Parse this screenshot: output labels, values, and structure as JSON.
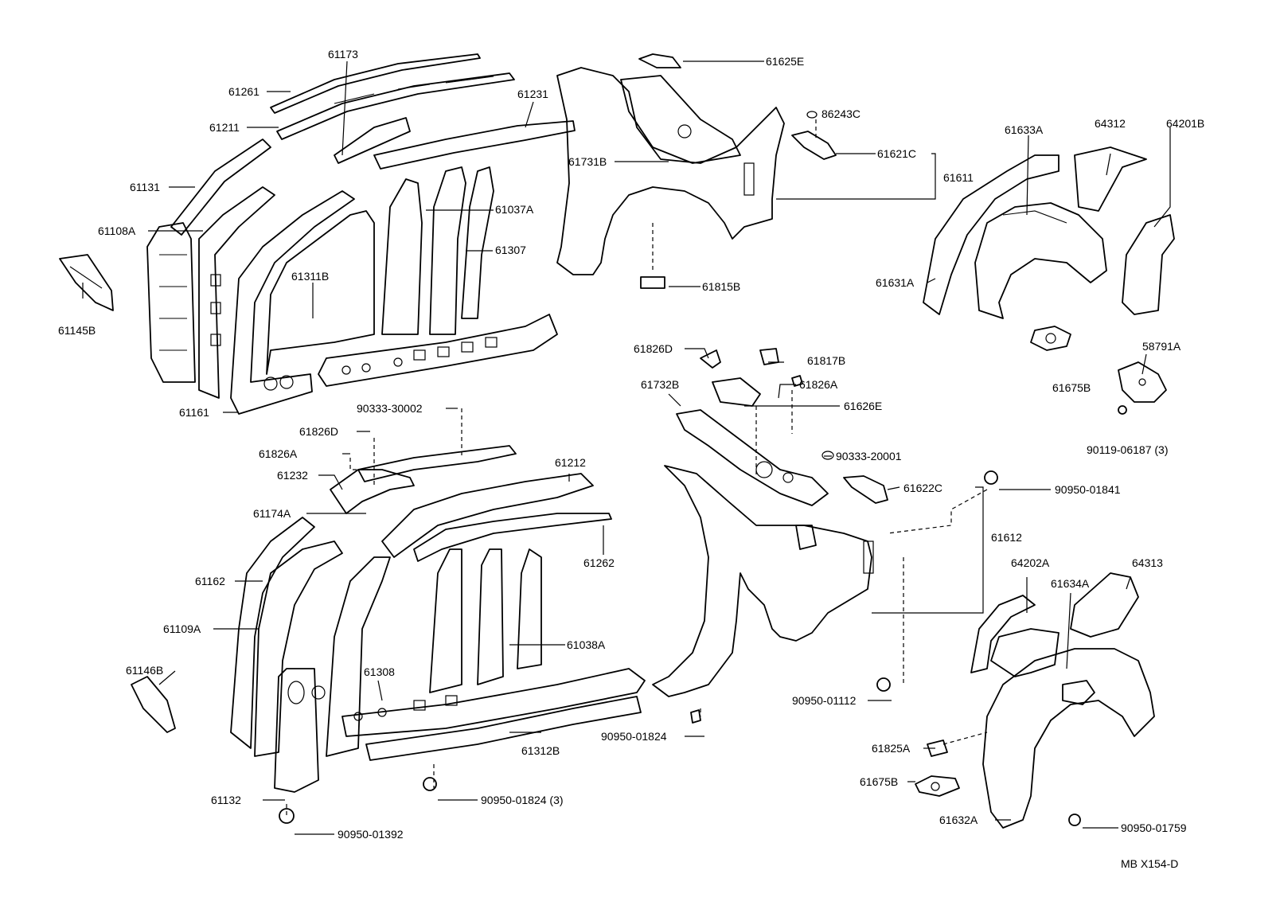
{
  "labels": {
    "p61173": "61173",
    "p61261": "61261",
    "p61211": "61211",
    "p61231": "61231",
    "p61131": "61131",
    "p61108A": "61108A",
    "p61145B": "61145B",
    "p61311B": "61311B",
    "p61037A": "61037A",
    "p61307": "61307",
    "p61161": "61161",
    "p61625E": "61625E",
    "p86243C": "86243C",
    "p61731B": "61731B",
    "p61621C": "61621C",
    "p61611": "61611",
    "p61815B": "61815B",
    "p61633A": "61633A",
    "p64312": "64312",
    "p64201B": "64201B",
    "p61631A": "61631A",
    "p61675B_top": "61675B",
    "p58791A": "58791A",
    "p90119": "90119-06187 (3)",
    "p61826D_r": "61826D",
    "p61817B": "61817B",
    "p61826A_r": "61826A",
    "p61732B": "61732B",
    "p61626E": "61626E",
    "p90333_20001": "90333-20001",
    "p61622C": "61622C",
    "p90950_01841": "90950-01841",
    "p61612": "61612",
    "p90333_30002": "90333-30002",
    "p61826D_l": "61826D",
    "p61826A_l": "61826A",
    "p61232": "61232",
    "p61212": "61212",
    "p61174A": "61174A",
    "p61262": "61262",
    "p61162": "61162",
    "p61109A": "61109A",
    "p61038A": "61038A",
    "p61146B": "61146B",
    "p61308": "61308",
    "p61312B": "61312B",
    "p61132": "61132",
    "p90950_01824_3": "90950-01824 (3)",
    "p90950_01392": "90950-01392",
    "p90950_01824": "90950-01824",
    "p90950_01112": "90950-01112",
    "p64202A": "64202A",
    "p61634A": "61634A",
    "p64313": "64313",
    "p61825A": "61825A",
    "p61675B_bot": "61675B",
    "p61632A": "61632A",
    "p90950_01759": "90950-01759"
  },
  "diagram_ref": "MB X154-D"
}
